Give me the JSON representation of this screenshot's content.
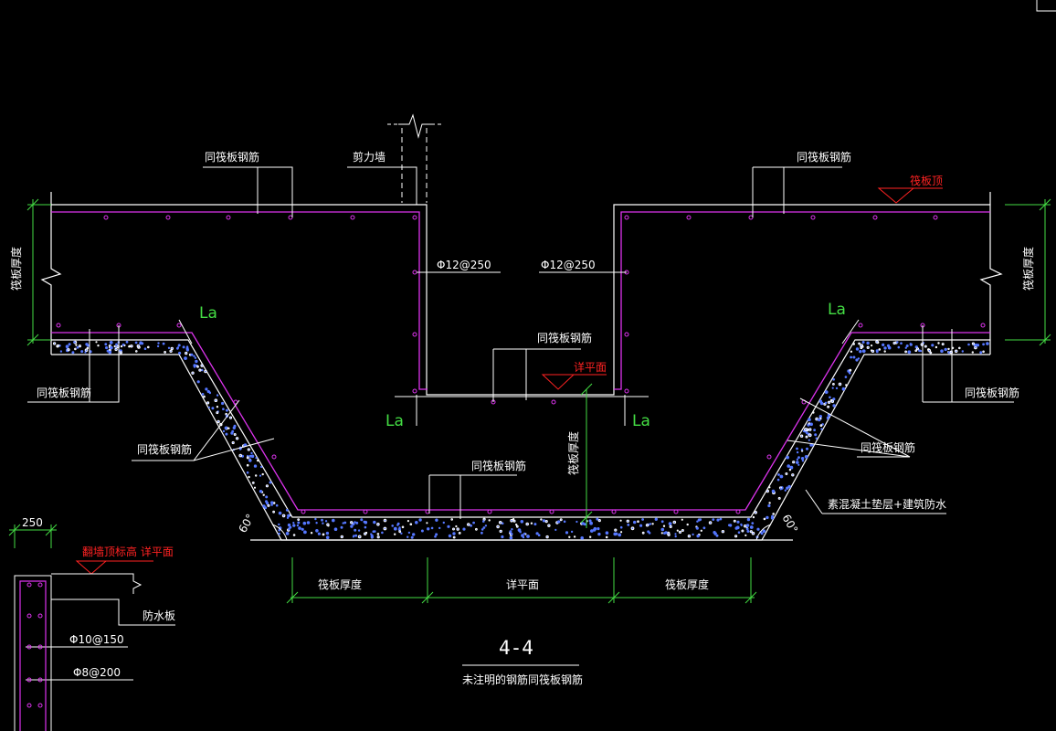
{
  "colors": {
    "background": "#000000",
    "line": "#ffffff",
    "rebar": "#dd33ee",
    "dimension": "#44dd44",
    "elevation": "#ff2222",
    "concrete_dots": "#5577ff"
  },
  "labels": {
    "raft_rebar": "同筏板钢筋",
    "shear_wall": "剪力墙",
    "raft_top": "筏板顶",
    "raft_thickness": "筏板厚度",
    "see_plan": "详平面",
    "wall_rebar": "Φ12@250",
    "anchorage": "La",
    "cushion_note": "素混凝土垫层+建筑防水",
    "angle": "60°",
    "section_title": "4-4",
    "section_note": "未注明的钢筋同筏板钢筋"
  },
  "detail": {
    "width": "250",
    "top_elev": "翻墙顶标高 详平面",
    "waterproof": "防水板",
    "rebar_1": "Φ10@150",
    "rebar_2": "Φ8@200"
  }
}
